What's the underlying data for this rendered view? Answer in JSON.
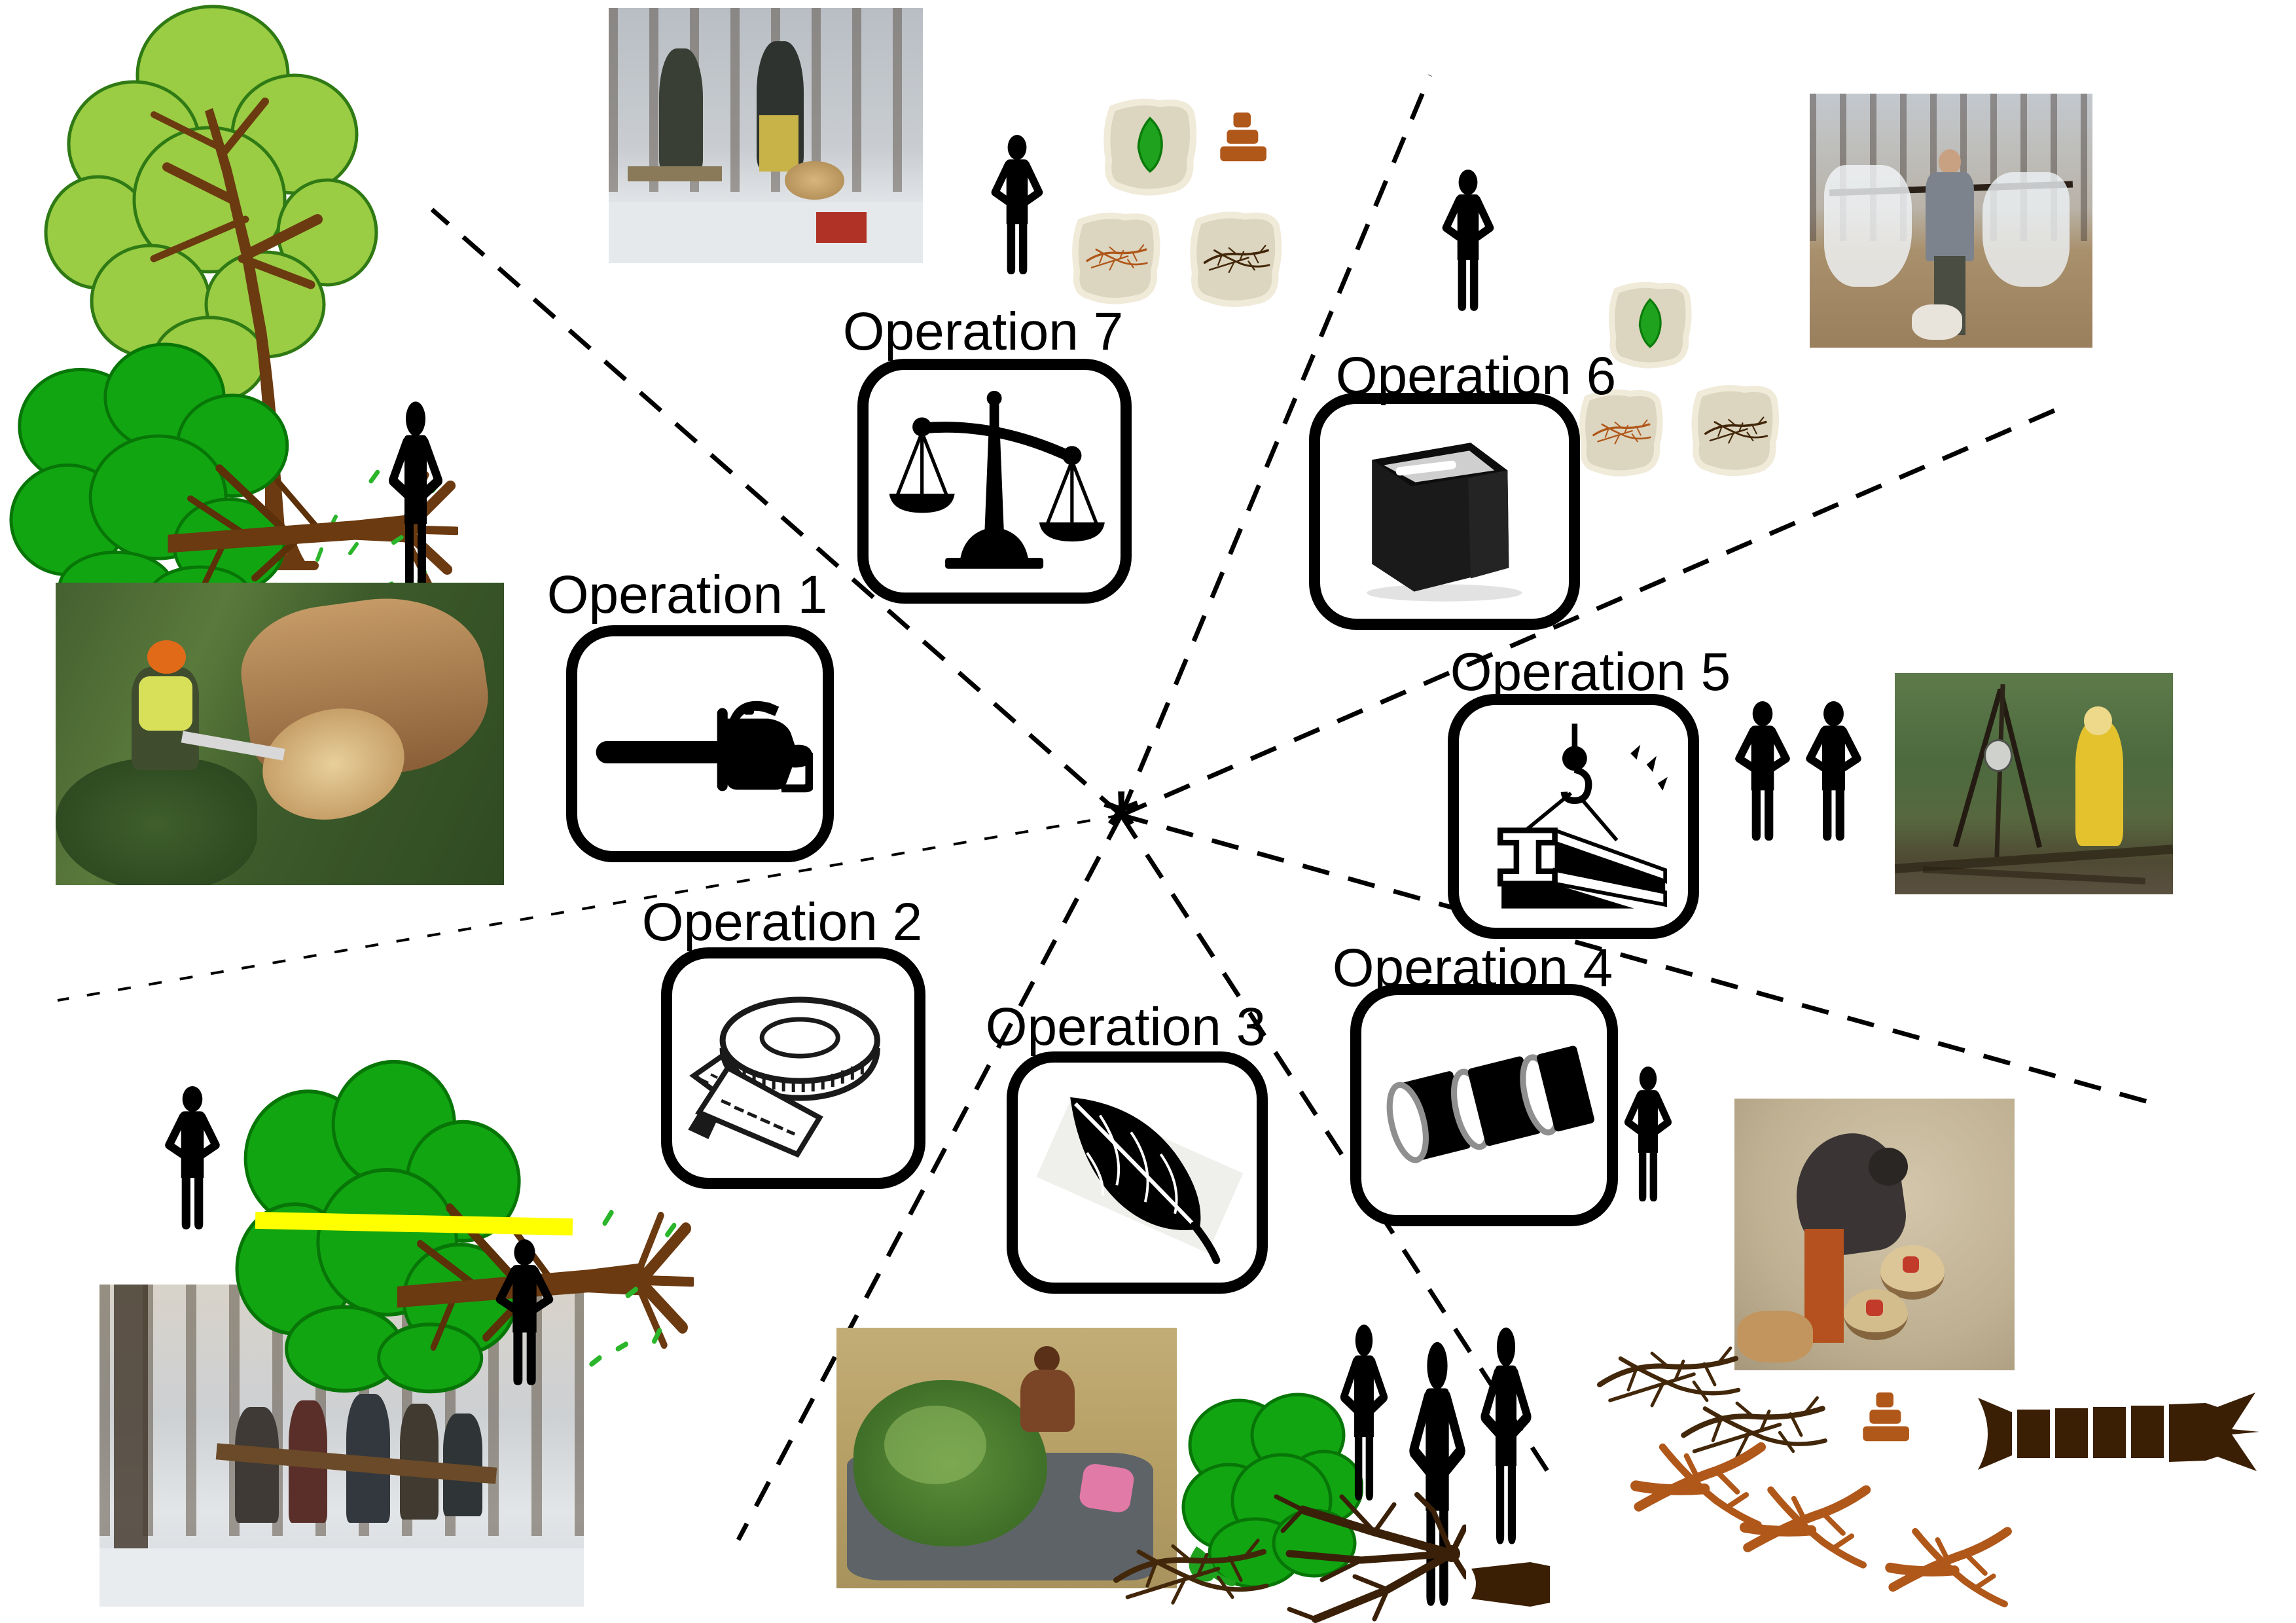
{
  "figure": {
    "title_visible_text": "",
    "center_marker": "*",
    "operations": [
      {
        "label": "Operation 1",
        "icon": "chainsaw-icon"
      },
      {
        "label": "Operation 2",
        "icon": "measuring-tape-icon"
      },
      {
        "label": "Operation 3",
        "icon": "leaf-icon"
      },
      {
        "label": "Operation 4",
        "icon": "cut-logs-icon"
      },
      {
        "label": "Operation 5",
        "icon": "hoisted-beam-icon"
      },
      {
        "label": "Operation 6",
        "icon": "shopping-bag-icon"
      },
      {
        "label": "Operation 7",
        "icon": "balance-scale-icon"
      }
    ],
    "colors": {
      "line_black": "#000000",
      "light_crown_green": "#9acc44",
      "dark_crown_green": "#12a512",
      "trunk_brown": "#6b3a10",
      "dark_twig_brown": "#42270a",
      "orange_twig_brown": "#b0571a",
      "bare_tree_brown": "#3a2008",
      "sack_beige": "#dcd5bf",
      "sack_halo": "#f0ead9",
      "measuring_line_yellow": "#ffff00"
    }
  }
}
